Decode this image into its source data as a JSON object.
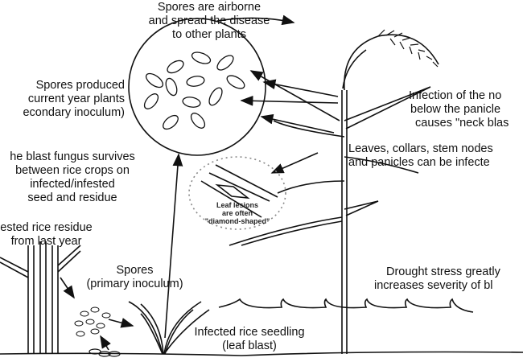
{
  "labels": {
    "airborne": [
      "Spores are airborne",
      "and spread the disease",
      "to other plants"
    ],
    "secondary": [
      "Spores produced",
      "current year plants",
      "econdary inoculum)"
    ],
    "survives": [
      "he blast fungus survives",
      "between rice crops on",
      "infected/infested",
      "seed and residue"
    ],
    "residue": [
      "ested rice residue",
      "from last year"
    ],
    "primary": [
      "Spores",
      "(primary inoculum)"
    ],
    "seedling": [
      "Infected rice seedling",
      "(leaf blast)"
    ],
    "lesions": [
      "Leaf lesions",
      "are often",
      "\"diamond-shaped\""
    ],
    "neck": [
      "Infection of the no",
      "below the panicle",
      "causes \"neck blas"
    ],
    "leaves": [
      "Leaves, collars, stem nodes",
      "and panicles can be infecte"
    ],
    "drought": [
      "Drought stress greatly",
      "increases severity of bl"
    ]
  },
  "colors": {
    "ink": "#111111",
    "background": "#ffffff",
    "dashed": "#888888"
  }
}
